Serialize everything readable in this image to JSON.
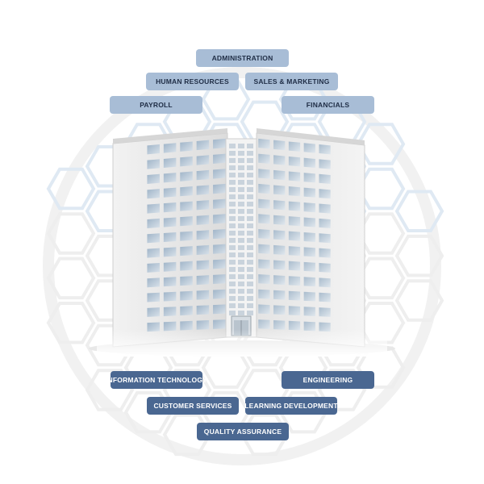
{
  "departments": {
    "top": [
      "ADMINISTRATION",
      "HUMAN RESOURCES",
      "SALES & MARKETING",
      "PAYROLL",
      "FINANCIALS"
    ],
    "bottom": [
      "INFORMATION TECHNOLOGY",
      "ENGINEERING",
      "CUSTOMER SERVICES",
      "LEARNING DEVELOPMENT",
      "QUALITY ASSURANCE"
    ]
  },
  "colors": {
    "top_label_bg": "#a8bdd6",
    "bottom_label_bg": "#4a6791",
    "hexagon_top": "#dfe9f3",
    "hexagon_bottom": "#eeeeee"
  },
  "icons": [
    "office-building-icon",
    "hexagon-pattern"
  ]
}
